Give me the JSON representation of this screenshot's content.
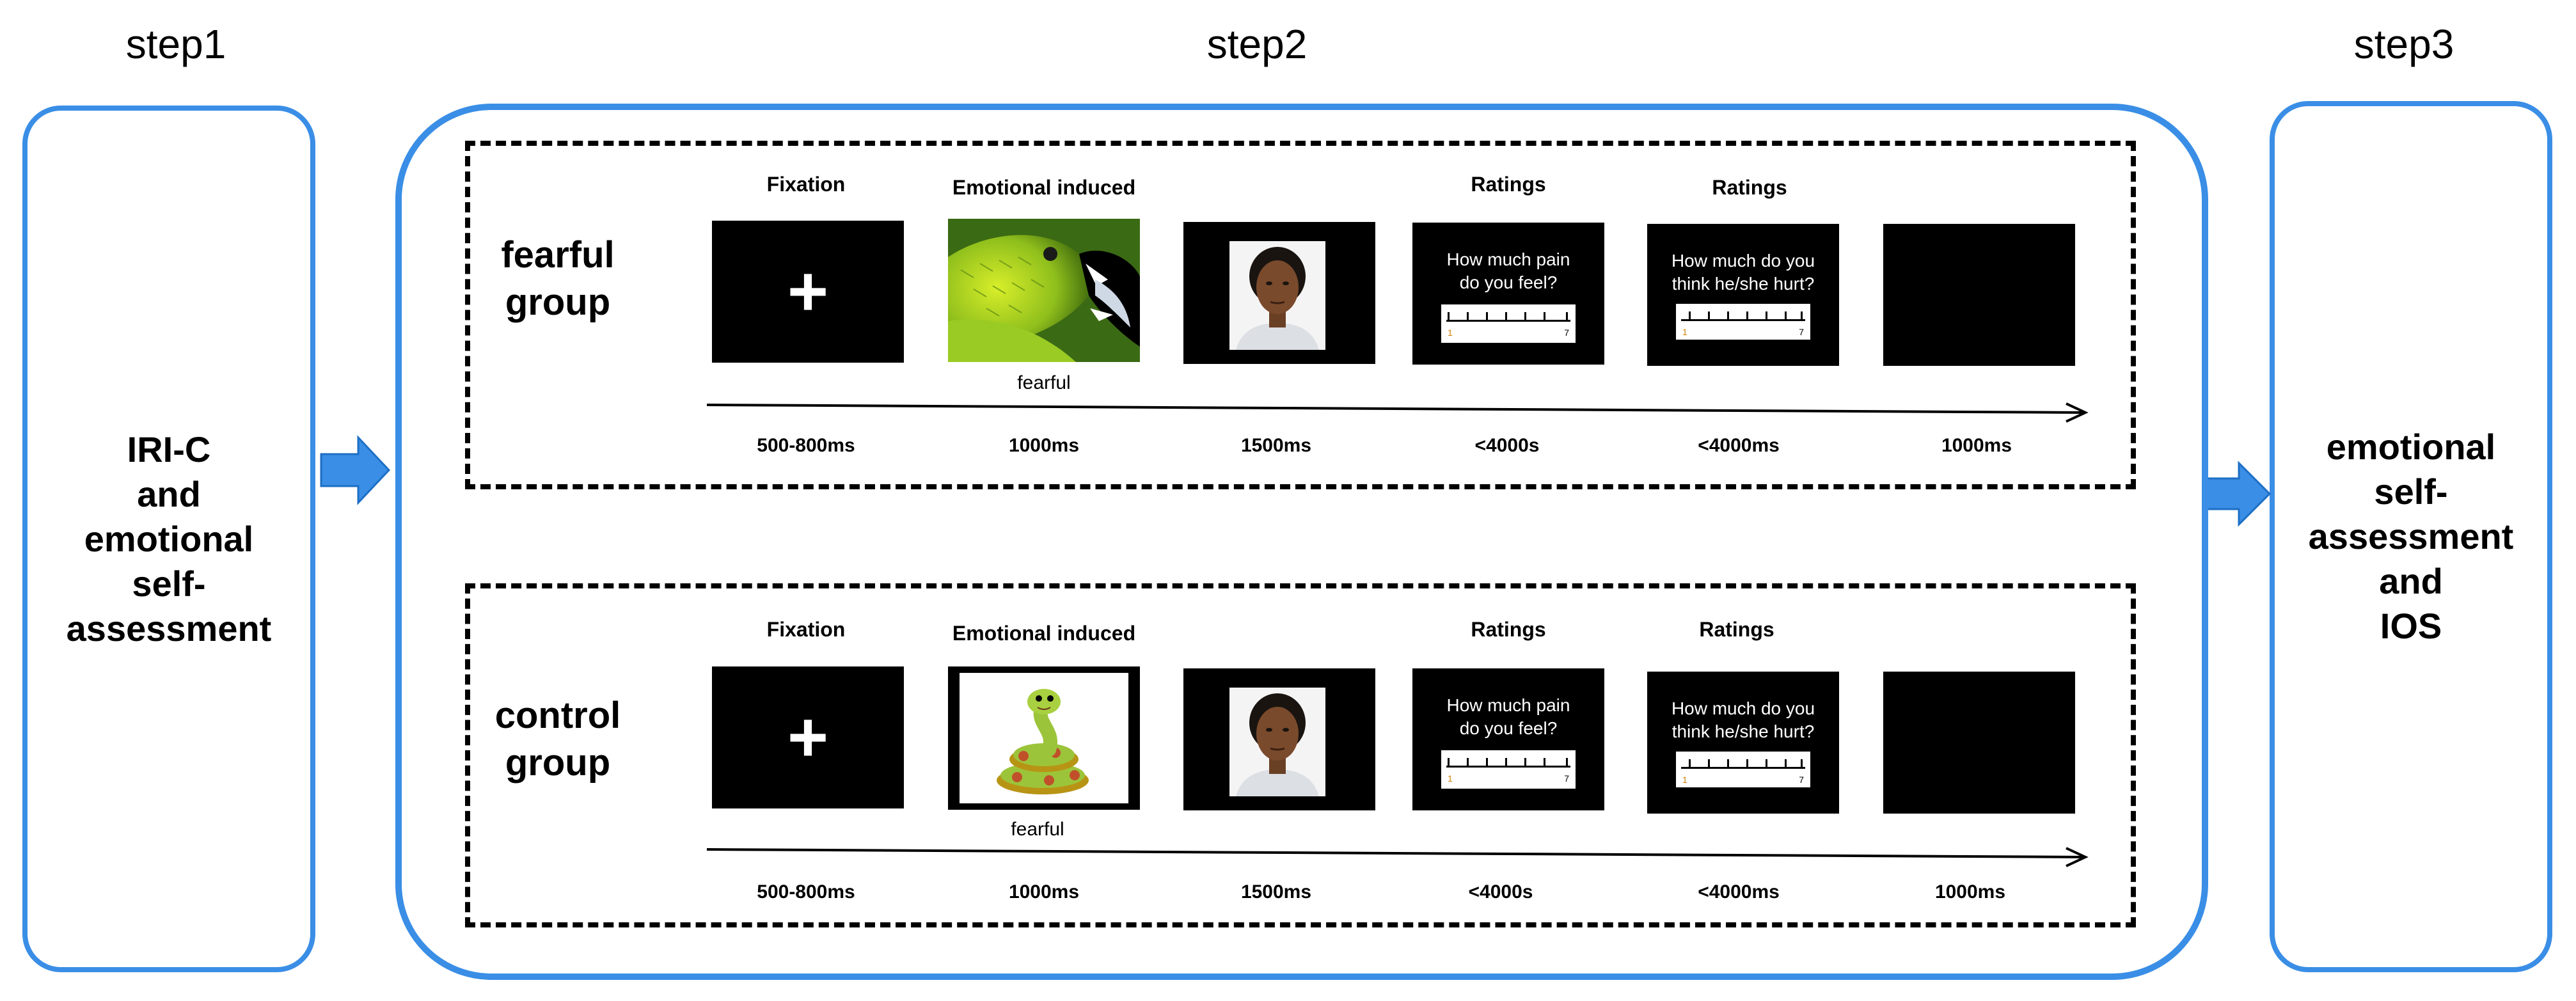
{
  "steps": {
    "step1": {
      "title": "step1",
      "lines": [
        "IRI-C",
        "and",
        "emotional",
        "self-",
        "assessment"
      ]
    },
    "step2": {
      "title": "step2"
    },
    "step3": {
      "title": "step3",
      "lines": [
        "emotional",
        "self-",
        "assessment",
        "and",
        "IOS"
      ]
    }
  },
  "colors": {
    "frame": "#3a8ee6",
    "arrow": "#3a8ee6",
    "panel": "#000000"
  },
  "fearful": {
    "group": [
      "fearful",
      "group"
    ],
    "titles": {
      "fixation": "Fixation",
      "emotion": "Emotional induced",
      "rating1": "Ratings",
      "rating2": "Ratings"
    },
    "caption": "fearful",
    "ratings": {
      "q1": [
        "How much pain",
        "do you feel?"
      ],
      "q2": [
        "How much do you",
        "think he/she hurt?"
      ],
      "lo": "1",
      "hi": "7"
    },
    "durations": [
      "500-800ms",
      "1000ms",
      "1500ms",
      "<4000s",
      "<4000ms",
      "1000ms"
    ],
    "fixation_symbol": "+",
    "icons": {
      "stimulus": "snake-photo-icon",
      "face": "face-photo-icon"
    }
  },
  "control": {
    "group": [
      "control",
      "group"
    ],
    "titles": {
      "fixation": "Fixation",
      "emotion": "Emotional induced",
      "rating1": "Ratings",
      "rating2": "Ratings"
    },
    "caption": "fearful",
    "ratings": {
      "q1": [
        "How much pain",
        "do you feel?"
      ],
      "q2": [
        "How much do you",
        "think he/she hurt?"
      ],
      "lo": "1",
      "hi": "7"
    },
    "durations": [
      "500-800ms",
      "1000ms",
      "1500ms",
      "<4000s",
      "<4000ms",
      "1000ms"
    ],
    "fixation_symbol": "+",
    "icons": {
      "stimulus": "cartoon-snake-icon",
      "face": "face-photo-icon"
    }
  }
}
